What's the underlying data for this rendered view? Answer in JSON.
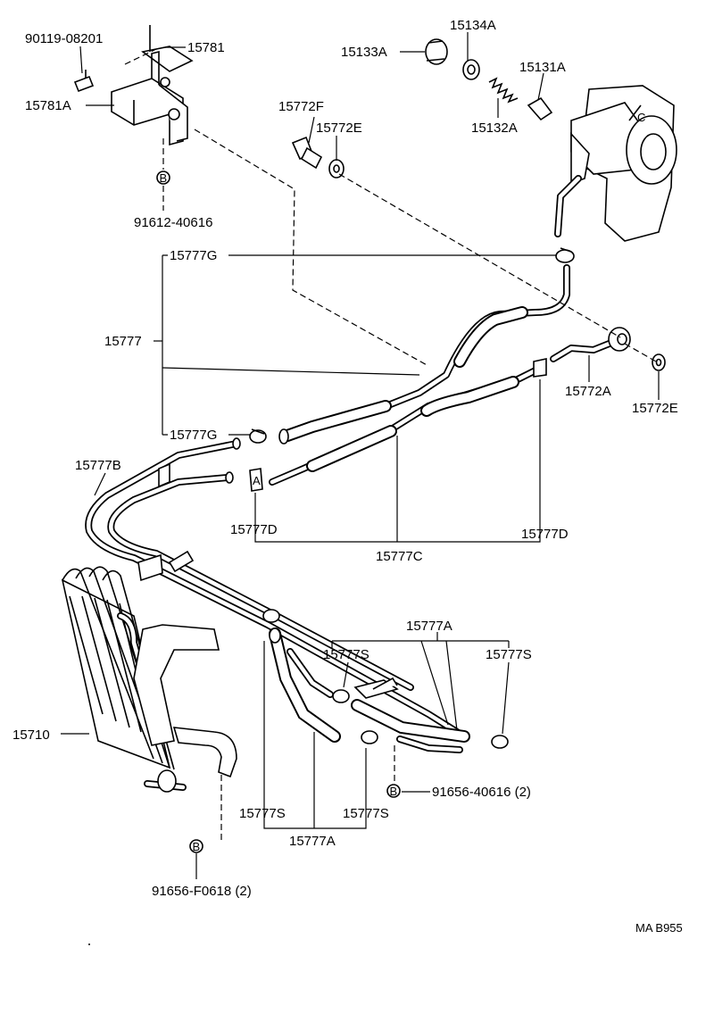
{
  "labels": {
    "p90119_08201": "90119-08201",
    "p15781": "15781",
    "p15781A": "15781A",
    "p91612_40616": "91612-40616",
    "p15772F": "15772F",
    "p15772E_top": "15772E",
    "p15134A": "15134A",
    "p15133A": "15133A",
    "p15131A": "15131A",
    "p15132A": "15132A",
    "p15777G_top": "15777G",
    "p15777": "15777",
    "p15777G_bot": "15777G",
    "p15772A": "15772A",
    "p15772E_right": "15772E",
    "p15777B": "15777B",
    "p15777D_left": "15777D",
    "p15777D_right": "15777D",
    "p15777C": "15777C",
    "p15777A_top": "15777A",
    "p15777S_a": "15777S",
    "p15777S_b": "15777S",
    "p15710": "15710",
    "p91656_40616": "91656-40616 (2)",
    "p15777S_c": "15777S",
    "p15777S_d": "15777S",
    "p15777A_bot": "15777A",
    "p91656_F0618": "91656-F0618 (2)",
    "code": "MA B955"
  },
  "markers": {
    "b1": "B",
    "b2": "B",
    "b3": "B"
  }
}
